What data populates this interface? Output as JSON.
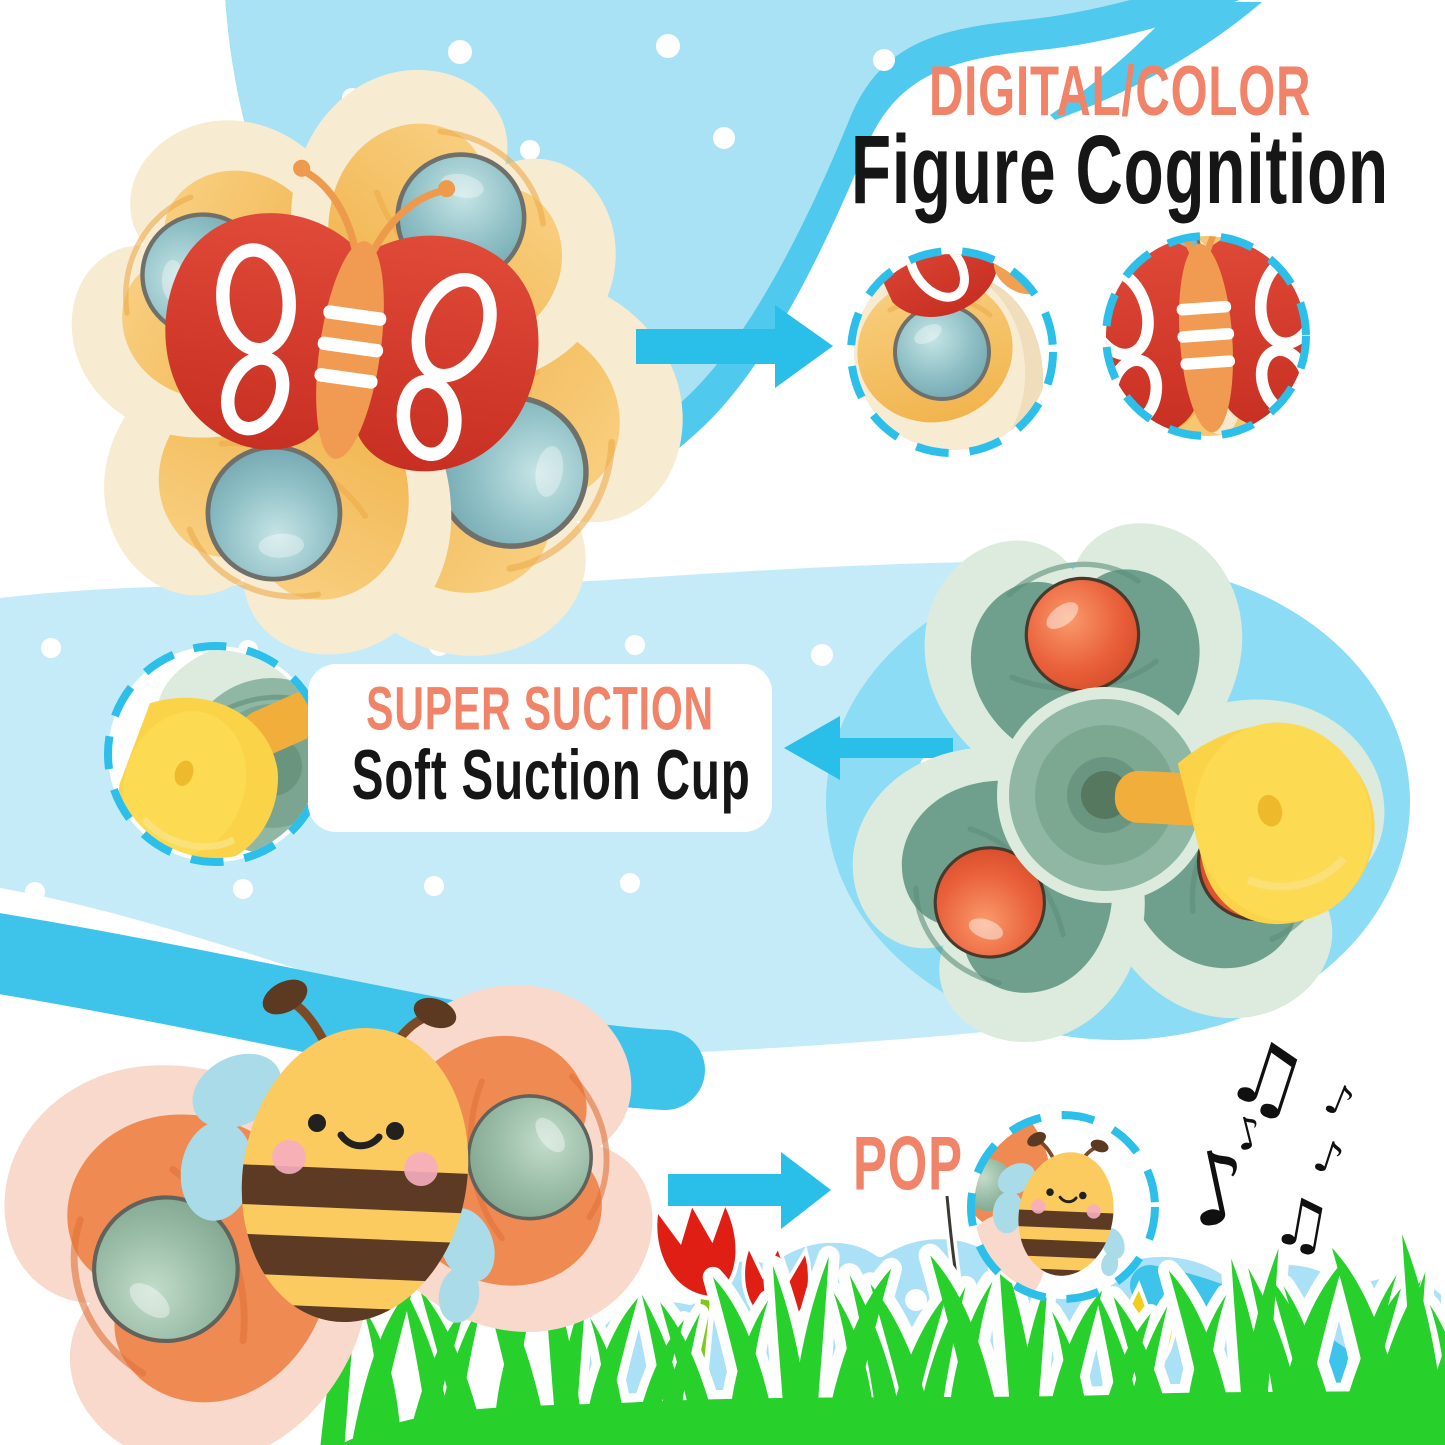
{
  "features": {
    "cognition": {
      "title": "DIGITAL/COLOR",
      "subtitle": "Figure Cognition"
    },
    "suction": {
      "title": "SUPER SUCTION",
      "subtitle": "Soft Suction Cup"
    },
    "pop": {
      "label": "POP"
    }
  },
  "music": {
    "notes": [
      {
        "glyph": "♫"
      },
      {
        "glyph": "♪"
      },
      {
        "glyph": "♪"
      },
      {
        "glyph": "♪"
      },
      {
        "glyph": "♫"
      },
      {
        "glyph": "♪"
      }
    ]
  },
  "palette": {
    "accent_coral": "#F08368",
    "text_dark": "#161616",
    "arrow_cyan": "#29BFE8",
    "dash_cyan": "#2BBFE9",
    "top_blob_blue": "#A9E2F5",
    "blob_edge_cyan": "#4FC9ED",
    "band_blue": "#C6EBF8",
    "ellipse_blue": "#8BDCF4",
    "sky_blue": "#ABE1F6",
    "grass_green": "#27D02B",
    "toy_cream": "#F7ECD2",
    "toy_gold": "#F2B955",
    "butterfly_red": "#D6372E",
    "ball_teal": "#7FB3BB",
    "toy_mint": "#DCEBDD",
    "toy_sage_green": "#6FA08E",
    "ball_orange": "#DC4F2B",
    "toy_peach": "#F8D9CB",
    "toy_orange": "#EF8B52",
    "ball_sage": "#86AC95",
    "bee_yellow": "#FBCB60",
    "bee_stripe_brown": "#5C3A24",
    "suction_cup_yellow": "#FBD348",
    "tulip_red": "#E01F14",
    "tulip_yellow": "#F2CE1B"
  }
}
